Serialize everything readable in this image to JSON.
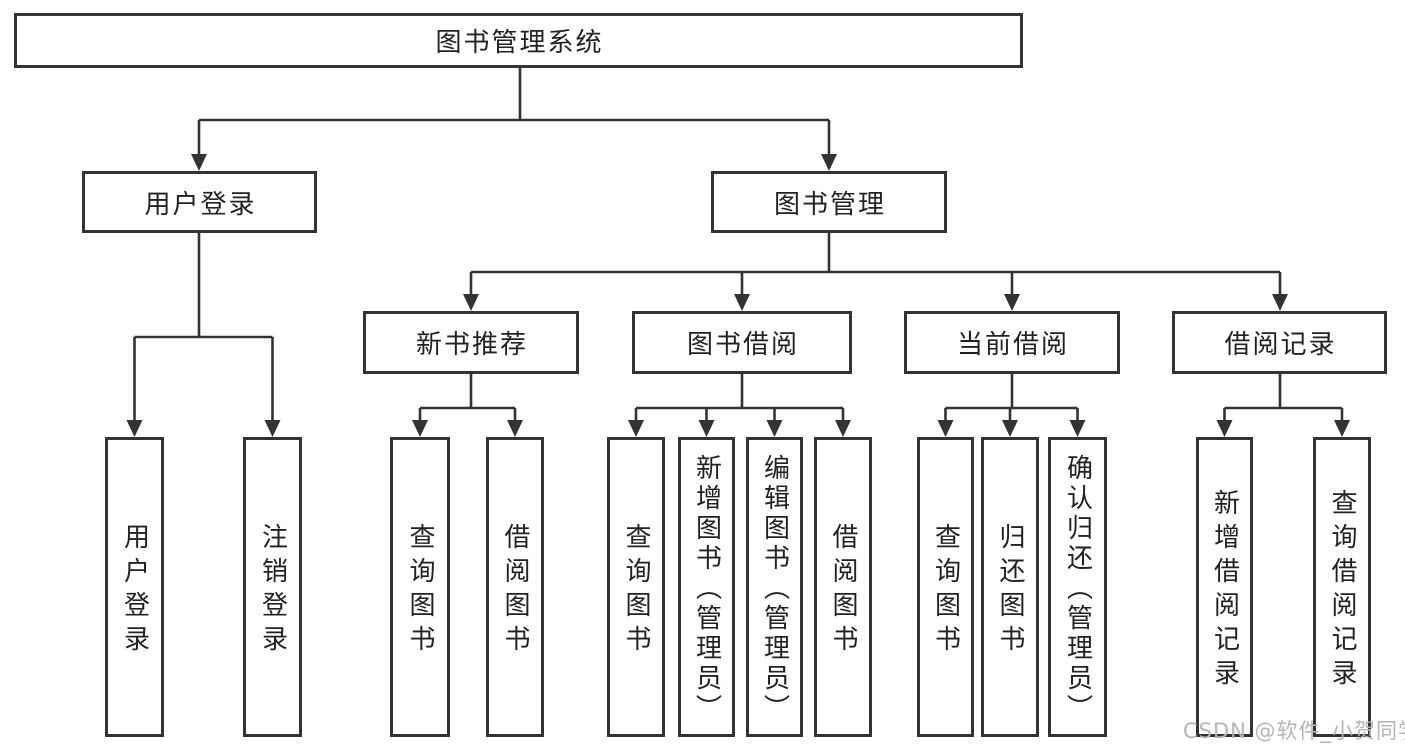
{
  "diagram": {
    "root": "图书管理系统",
    "user_login": {
      "label": "用户登录",
      "children": {
        "login": "用户登录",
        "logout": "注销登录"
      }
    },
    "book_mgmt": {
      "label": "图书管理",
      "sections": {
        "new_book_rec": {
          "label": "新书推荐",
          "children": {
            "query": "查询图书",
            "borrow": "借阅图书"
          }
        },
        "book_borrow": {
          "label": "图书借阅",
          "children": {
            "query": "查询图书",
            "add": "新增图书（管理员）",
            "edit": "编辑图书（管理员）",
            "borrow": "借阅图书"
          }
        },
        "current_borrow": {
          "label": "当前借阅",
          "children": {
            "query": "查询图书",
            "return": "归还图书",
            "confirm": "确认归还（管理员）"
          }
        },
        "borrow_records": {
          "label": "借阅记录",
          "children": {
            "add": "新增借阅记录",
            "query": "查询借阅记录"
          }
        }
      }
    }
  },
  "watermark": {
    "text": "CSDN @软件_小贺同学"
  },
  "colors": {
    "line": "#333333",
    "text": "#222222",
    "background": "#ffffff",
    "watermark": "#b5b5b5"
  }
}
